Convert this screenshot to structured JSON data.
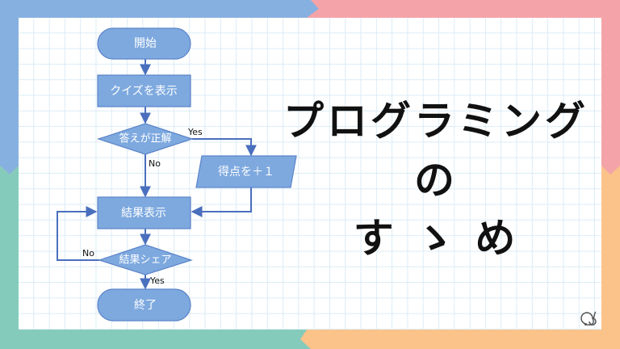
{
  "colors": {
    "blue": "#86b0e0",
    "pink": "#f4a3a8",
    "teal": "#84cbbb",
    "orange": "#fbc28a",
    "shape": "#7ea9df",
    "line": "#4a6fbd"
  },
  "flowchart": {
    "start": "開始",
    "show_quiz": "クイズを表示",
    "decision_correct": "答えが正解",
    "add_score": "得点を＋１",
    "show_result": "結果表示",
    "decision_share": "結果シェア",
    "end": "終了",
    "yes1": "Yes",
    "no1": "No",
    "yes2": "Yes",
    "no2": "No"
  },
  "title": {
    "line1": "プログラミング",
    "line2": "の",
    "line3": "す ゝ め"
  }
}
